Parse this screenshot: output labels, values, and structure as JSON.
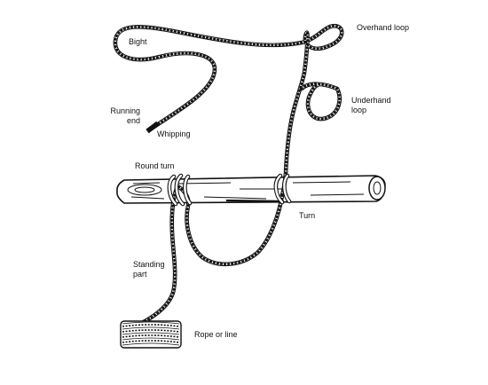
{
  "labels": {
    "bight": "Bight",
    "overhand_loop": "Overhand loop",
    "underhand_loop": "Underhand loop",
    "running_end": "Running end",
    "whipping": "Whipping",
    "round_turn": "Round turn",
    "turn": "Turn",
    "standing_part": "Standing part",
    "rope_or_line": "Rope or line"
  },
  "colors": {
    "ink": "#111111",
    "paper": "#ffffff"
  }
}
